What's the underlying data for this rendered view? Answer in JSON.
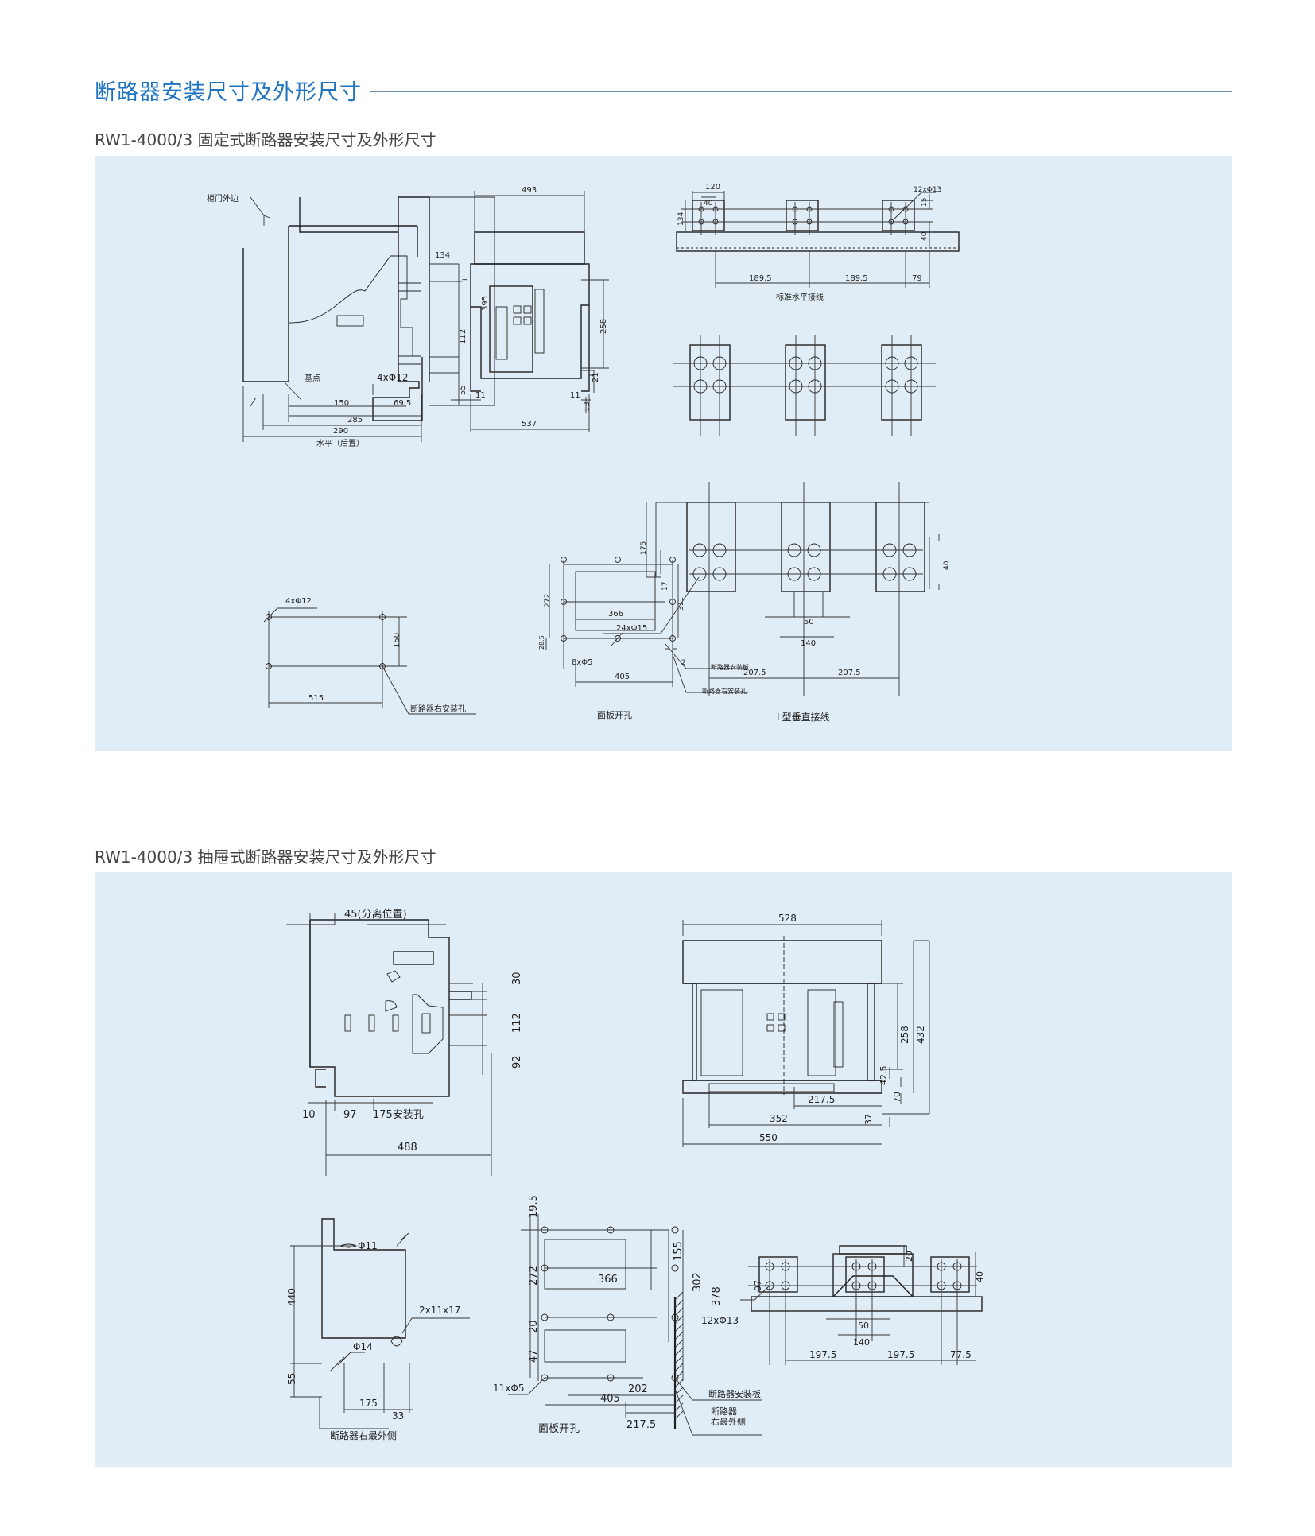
{
  "page_title": "断路器安装尺寸及外形尺寸",
  "fixed": {
    "title": "RW1-4000/3 固定式断路器安装尺寸及外形尺寸",
    "side_view": {
      "cabinet_label": "柜门外边",
      "base_label": "基点",
      "holes": "4xΦ12",
      "d134": "134",
      "dL": "L",
      "d112": "112",
      "d395": "395",
      "d55": "55",
      "d150": "150",
      "d69_5": "69.5",
      "d285": "285",
      "d290": "290",
      "caption": "水平（后置）"
    },
    "front_view": {
      "d493": "493",
      "d258": "258",
      "d21": "21",
      "d11a": "11",
      "d11b": "11",
      "d13": "13",
      "d537": "537"
    },
    "horizontal_bus": {
      "d120": "120",
      "d40": "40",
      "holes": "12xΦ13",
      "d15": "15",
      "d134": "134",
      "d40b": "40",
      "d189_5a": "189.5",
      "d189_5b": "189.5",
      "d79": "79",
      "caption": "标准水平接线"
    },
    "mount_holes": {
      "holes": "4xΦ12",
      "d150": "150",
      "d515": "515",
      "caption": "断路器右安装孔"
    },
    "panel_cutout": {
      "d272": "272",
      "d311": "311",
      "d366": "366",
      "d28_5": "28.5",
      "holes": "8xΦ5",
      "d2": "2",
      "d405": "405",
      "label_plate": "断路器安装板",
      "label_hole": "断路器右安装孔",
      "caption": "面板开孔"
    },
    "vertical_bus": {
      "d175": "175",
      "d17": "17",
      "holes": "24xΦ15",
      "d40": "40",
      "d50": "50",
      "d140": "140",
      "d207_5a": "207.5",
      "d207_5b": "207.5",
      "caption": "L型垂直接线"
    }
  },
  "drawout": {
    "title": "RW1-4000/3 抽屉式断路器安装尺寸及外形尺寸",
    "side_view": {
      "d45": "45(分离位置)",
      "d30": "30",
      "d112": "112",
      "d92": "92",
      "d10": "10",
      "d97": "97",
      "d175": "175安装孔",
      "d488": "488"
    },
    "front_view": {
      "d528": "528",
      "d258": "258",
      "d432": "432",
      "d42_5": "42.5",
      "d70": "70",
      "d37": "37",
      "d217_5": "217.5",
      "d352": "352",
      "d550": "550"
    },
    "side_holes": {
      "phi11": "Φ11",
      "d440": "440",
      "phi14": "Φ14",
      "slot": "2x11x17",
      "d55": "55",
      "d175": "175",
      "d33": "33",
      "caption": "断路器右最外侧"
    },
    "panel_cutout": {
      "d19_5": "19.5",
      "d155": "155",
      "d272": "272",
      "d302": "302",
      "d366": "366",
      "d378": "378",
      "d20": "20",
      "d47": "47",
      "d202": "202",
      "holes": "11xΦ5",
      "d405": "405",
      "d217_5": "217.5",
      "label_plate": "断路器安装板",
      "label_side_1": "断路器",
      "label_side_2": "右最外侧",
      "caption": "面板开孔"
    },
    "bus": {
      "d97": "97",
      "d20": "20",
      "d40": "40",
      "holes": "12xΦ13",
      "d50": "50",
      "d140": "140",
      "d197_5a": "197.5",
      "d197_5b": "197.5",
      "d77_5": "77.5"
    }
  }
}
